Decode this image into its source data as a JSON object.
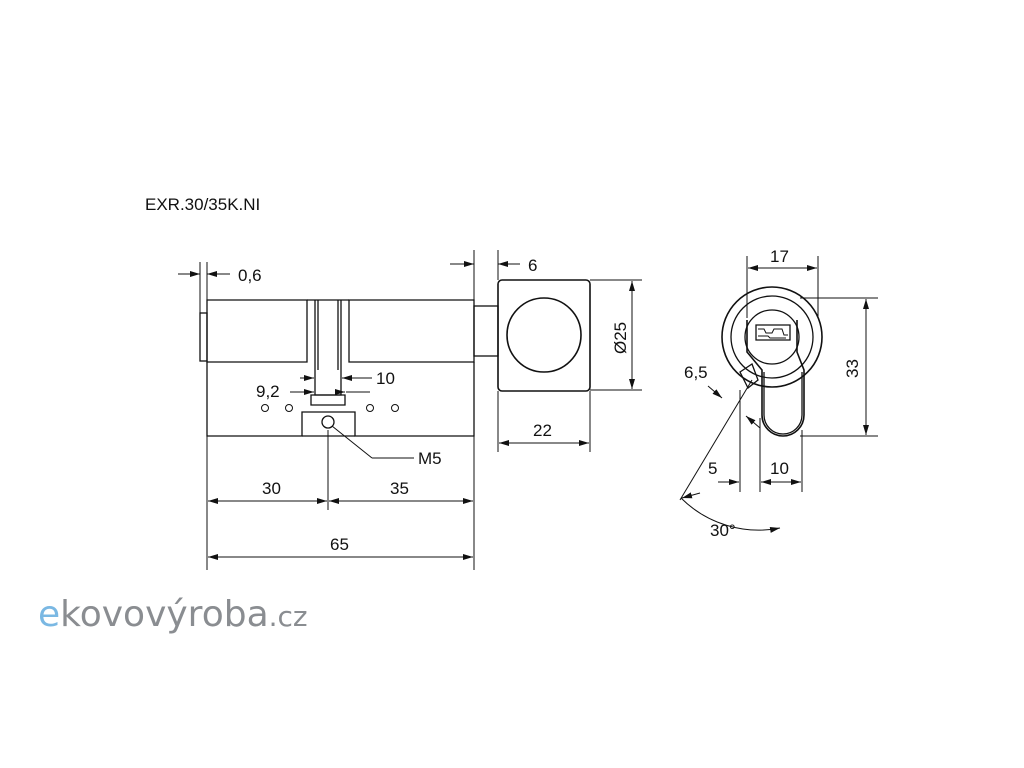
{
  "drawing": {
    "part_code": "EXR.30/35K.NI",
    "dimensions": {
      "collar": "0,6",
      "knob_gap": "6",
      "knob_diameter": "Ø25",
      "knob_length": "22",
      "cam_width": "9,2",
      "cam_slot": "10",
      "screw": "M5",
      "left_length": "30",
      "right_length": "35",
      "total_length": "65",
      "profile_width": "17",
      "profile_height": "33",
      "cam_offset": "6,5",
      "cam_offset_2": "5",
      "lower_width": "10",
      "angle": "30°"
    }
  },
  "logo": {
    "prefix": "e",
    "name": "kovovýroba",
    "tld": ".cz"
  }
}
